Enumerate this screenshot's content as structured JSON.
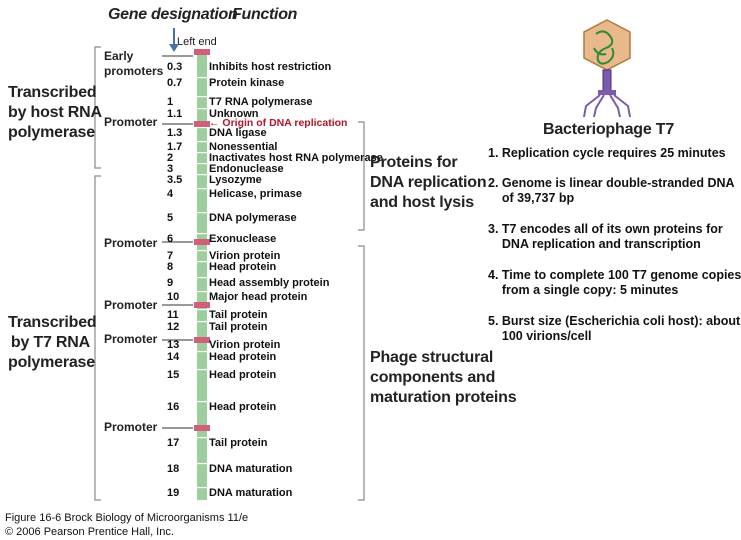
{
  "header": {
    "gene_designation": "Gene designation",
    "function": "Function",
    "left_end": "Left end"
  },
  "groups": {
    "host": "Transcribed\nby host RNA\npolymerase",
    "t7": "Transcribed\nby T7 RNA\npolymerase",
    "replication": "Proteins for\nDNA replication\nand host lysis",
    "structural": "Phage structural\ncomponents and\nmaturation proteins"
  },
  "early_promoters": "Early\npromoters",
  "promoter_label": "Promoter",
  "origin": "Origin of DNA replication",
  "genes": [
    {
      "num": "0.3",
      "fn": "Inhibits host restriction"
    },
    {
      "num": "0.7",
      "fn": "Protein kinase"
    },
    {
      "num": "1",
      "fn": "T7 RNA polymerase"
    },
    {
      "num": "1.1",
      "fn": "Unknown"
    },
    {
      "num": "1.3",
      "fn": "DNA ligase"
    },
    {
      "num": "1.7",
      "fn": "Nonessential"
    },
    {
      "num": "2",
      "fn": "Inactivates host RNA polymerase"
    },
    {
      "num": "3",
      "fn": "Endonuclease"
    },
    {
      "num": "3.5",
      "fn": "Lysozyme"
    },
    {
      "num": "4",
      "fn": "Helicase, primase"
    },
    {
      "num": "5",
      "fn": "DNA polymerase"
    },
    {
      "num": "6",
      "fn": "Exonuclease"
    },
    {
      "num": "7",
      "fn": "Virion protein"
    },
    {
      "num": "8",
      "fn": "Head protein"
    },
    {
      "num": "9",
      "fn": "Head assembly protein"
    },
    {
      "num": "10",
      "fn": "Major head protein"
    },
    {
      "num": "11",
      "fn": "Tail protein"
    },
    {
      "num": "12",
      "fn": "Tail protein"
    },
    {
      "num": "13",
      "fn": "Virion protein"
    },
    {
      "num": "14",
      "fn": "Head protein"
    },
    {
      "num": "15",
      "fn": "Head protein"
    },
    {
      "num": "16",
      "fn": "Head protein"
    },
    {
      "num": "17",
      "fn": "Tail protein"
    },
    {
      "num": "18",
      "fn": "DNA maturation"
    },
    {
      "num": "19",
      "fn": "DNA maturation"
    }
  ],
  "phage": {
    "title": "Bacteriophage T7",
    "facts": [
      "1. Replication cycle requires 25 minutes",
      "2. Genome is linear double-stranded DNA\n    of 39,737 bp",
      "3. T7 encodes all of its own proteins for\n    DNA replication and transcription",
      "4. Time to complete 100 T7 genome copies\n    from a single copy: 5 minutes",
      "5. Burst size (Escherichia coli host): about\n    100 virions/cell"
    ]
  },
  "caption": {
    "line1": "Figure 16-6 Brock Biology of Microorganisms 11/e",
    "line2": "© 2006 Pearson Prentice Hall, Inc."
  },
  "colors": {
    "genome": "#9ccf9c",
    "promoter": "#d0607a",
    "origin_text": "#b0152a",
    "arrow": "#4a6fa5",
    "bracket": "#8a8a8a"
  }
}
